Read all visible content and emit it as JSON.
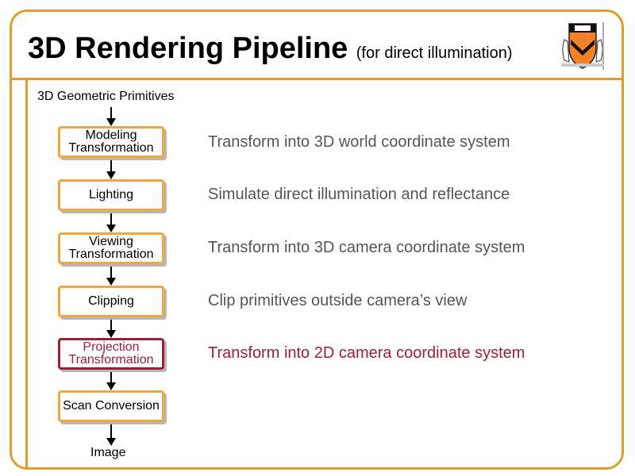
{
  "title": "3D Rendering Pipeline",
  "subtitle": "(for direct illumination)",
  "input_label": "3D Geometric Primitives",
  "output_label": "Image",
  "colors": {
    "frame": "#e39b2b",
    "box_border": "#f0a83c",
    "highlight": "#9c1f34",
    "description": "#555555"
  },
  "stages": [
    {
      "name": "Modeling Transformation",
      "description": "Transform into 3D world coordinate system",
      "highlight": false
    },
    {
      "name": "Lighting",
      "description": "Simulate direct illumination and reflectance",
      "highlight": false
    },
    {
      "name": "Viewing Transformation",
      "description": "Transform into 3D camera coordinate system",
      "highlight": false
    },
    {
      "name": "Clipping",
      "description": "Clip primitives outside camera’s view",
      "highlight": false
    },
    {
      "name": "Projection Transformation",
      "description": "Transform into 2D camera coordinate system",
      "highlight": true
    },
    {
      "name": "Scan Conversion",
      "description": "",
      "highlight": false
    }
  ]
}
